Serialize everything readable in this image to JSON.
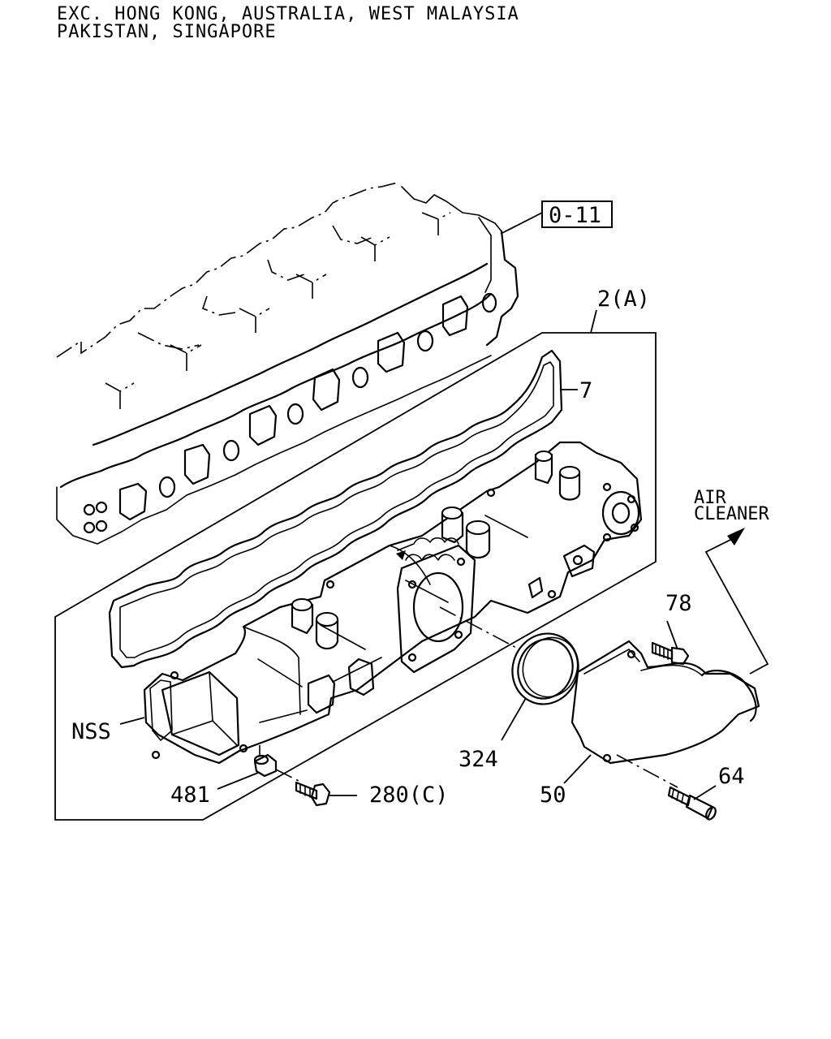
{
  "header": {
    "line1": "EXC. HONG KONG, AUSTRALIA, WEST MALAYSIA",
    "line2": "PAKISTAN, SINGAPORE"
  },
  "reference_box": "0-11",
  "callouts": {
    "assembly": "2(A)",
    "gasket": "7",
    "nss": "NSS",
    "bolt_78": "78",
    "air_cleaner_line1": "AIR",
    "air_cleaner_line2": "CLEANER",
    "seal_324": "324",
    "adapter_50": "50",
    "stud_64": "64",
    "plug_481": "481",
    "bolt_280": "280(C)"
  }
}
